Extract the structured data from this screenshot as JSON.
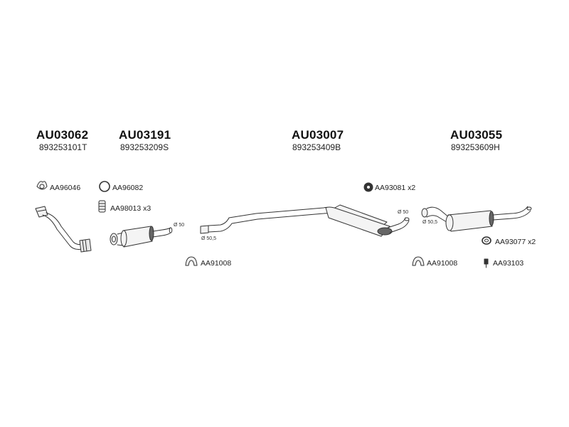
{
  "parts": [
    {
      "code": "AU03062",
      "oem": "893253101T"
    },
    {
      "code": "AU03191",
      "oem": "893253209S"
    },
    {
      "code": "AU03007",
      "oem": "893253409B"
    },
    {
      "code": "AU03055",
      "oem": "893253609H"
    }
  ],
  "accessories": {
    "aa96046": "AA96046",
    "aa96082": "AA96082",
    "aa98013": "AA98013  x3",
    "aa91008_a": "AA91008",
    "aa93081": "AA93081  x2",
    "aa91008_b": "AA91008",
    "aa93077": "AA93077  x2",
    "aa93103": "AA93103"
  },
  "diameters": {
    "mid_out": "Ø 50",
    "rear_in": "Ø 50,5",
    "main_out": "Ø 50",
    "tail_in": "Ø 50,5"
  },
  "colors": {
    "line": "#333333",
    "fill_light": "#f2f2f2",
    "fill_dark": "#555555"
  }
}
